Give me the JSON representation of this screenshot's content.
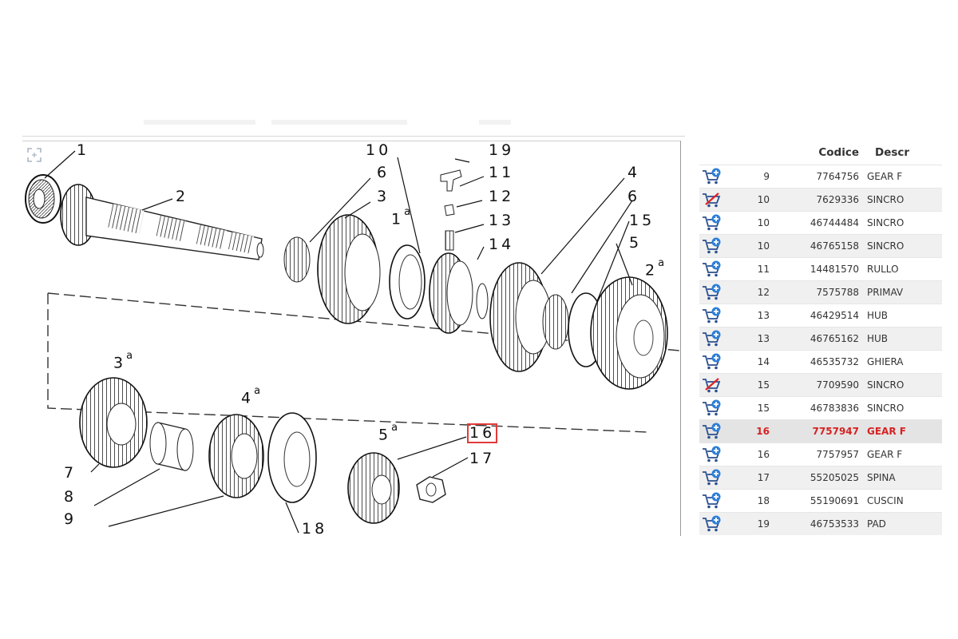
{
  "diagram": {
    "zoom_icon": "expand-icon",
    "callouts": [
      {
        "text": "1",
        "sup": ""
      },
      {
        "text": "2",
        "sup": ""
      },
      {
        "text": "6",
        "sup": ""
      },
      {
        "text": "3",
        "sup": ""
      },
      {
        "text": "10",
        "sup": ""
      },
      {
        "text": "1",
        "sup": "a"
      },
      {
        "text": "19",
        "sup": ""
      },
      {
        "text": "11",
        "sup": ""
      },
      {
        "text": "12",
        "sup": ""
      },
      {
        "text": "13",
        "sup": ""
      },
      {
        "text": "14",
        "sup": ""
      },
      {
        "text": "4",
        "sup": ""
      },
      {
        "text": "6",
        "sup": ""
      },
      {
        "text": "15",
        "sup": ""
      },
      {
        "text": "5",
        "sup": ""
      },
      {
        "text": "2",
        "sup": "a"
      },
      {
        "text": "3",
        "sup": "a"
      },
      {
        "text": "4",
        "sup": "a"
      },
      {
        "text": "5",
        "sup": "a"
      },
      {
        "text": "16",
        "sup": ""
      },
      {
        "text": "17",
        "sup": ""
      },
      {
        "text": "7",
        "sup": ""
      },
      {
        "text": "8",
        "sup": ""
      },
      {
        "text": "9",
        "sup": ""
      },
      {
        "text": "18",
        "sup": ""
      }
    ]
  },
  "parts_table": {
    "columns": {
      "code": "Codice",
      "desc": "Descr"
    },
    "accent_color": "#d62222",
    "rows": [
      {
        "num": "9",
        "code": "7764756",
        "desc": "GEAR F",
        "cart": "add-to-cart-icon",
        "selected": false
      },
      {
        "num": "10",
        "code": "7629336",
        "desc": "SINCRO",
        "cart": "cart-disabled-icon",
        "selected": false
      },
      {
        "num": "10",
        "code": "46744484",
        "desc": "SINCRO",
        "cart": "add-to-cart-icon",
        "selected": false
      },
      {
        "num": "10",
        "code": "46765158",
        "desc": "SINCRO",
        "cart": "add-to-cart-icon",
        "selected": false
      },
      {
        "num": "11",
        "code": "14481570",
        "desc": "RULLO",
        "cart": "add-to-cart-icon",
        "selected": false
      },
      {
        "num": "12",
        "code": "7575788",
        "desc": "PRIMAV",
        "cart": "add-to-cart-icon",
        "selected": false
      },
      {
        "num": "13",
        "code": "46429514",
        "desc": "HUB",
        "cart": "add-to-cart-icon",
        "selected": false
      },
      {
        "num": "13",
        "code": "46765162",
        "desc": "HUB",
        "cart": "add-to-cart-icon",
        "selected": false
      },
      {
        "num": "14",
        "code": "46535732",
        "desc": "GHIERA",
        "cart": "add-to-cart-icon",
        "selected": false
      },
      {
        "num": "15",
        "code": "7709590",
        "desc": "SINCRO",
        "cart": "cart-disabled-icon",
        "selected": false
      },
      {
        "num": "15",
        "code": "46783836",
        "desc": "SINCRO",
        "cart": "add-to-cart-icon",
        "selected": false
      },
      {
        "num": "16",
        "code": "7757947",
        "desc": "GEAR F",
        "cart": "add-to-cart-icon",
        "selected": true
      },
      {
        "num": "16",
        "code": "7757957",
        "desc": "GEAR F",
        "cart": "add-to-cart-icon",
        "selected": false
      },
      {
        "num": "17",
        "code": "55205025",
        "desc": "SPINA",
        "cart": "add-to-cart-icon",
        "selected": false
      },
      {
        "num": "18",
        "code": "55190691",
        "desc": "CUSCIN",
        "cart": "add-to-cart-icon",
        "selected": false
      },
      {
        "num": "19",
        "code": "46753533",
        "desc": "PAD",
        "cart": "add-to-cart-icon",
        "selected": false
      }
    ]
  }
}
